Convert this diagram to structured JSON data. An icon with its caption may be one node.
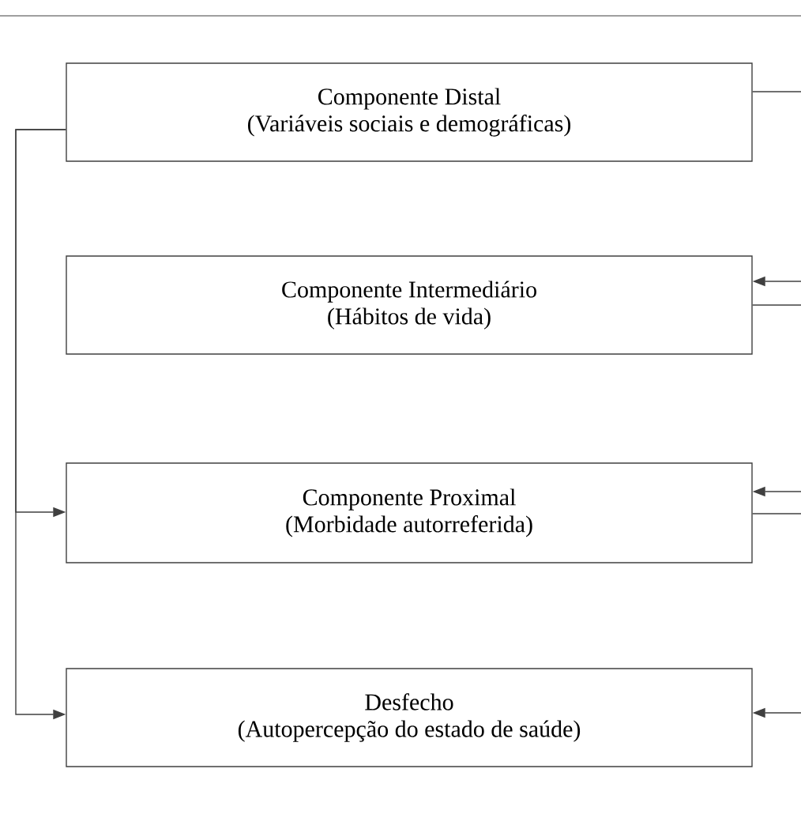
{
  "diagram": {
    "nodes": [
      {
        "text": [
          "Componente Distal",
          "(Variáveis sociais e demográficas)"
        ]
      },
      {
        "text": [
          "Componente Intermediário",
          "(Hábitos de vida)"
        ]
      },
      {
        "text": [
          "Componente Proximal",
          "(Morbidade autorreferida)"
        ]
      },
      {
        "text": [
          "Desfecho",
          "(Autopercepção do estado de saúde)"
        ]
      }
    ],
    "edges": [
      {
        "from": 0,
        "to": 2,
        "arrow": "to"
      },
      {
        "from": 0,
        "to": 3,
        "arrow": "to"
      },
      {
        "from": 0,
        "to": null,
        "arrow": "none"
      },
      {
        "from": null,
        "to": 1,
        "arrow": "to"
      },
      {
        "from": 1,
        "to": null,
        "arrow": "none"
      },
      {
        "from": null,
        "to": 2,
        "arrow": "to"
      },
      {
        "from": 2,
        "to": null,
        "arrow": "none"
      },
      {
        "from": null,
        "to": 3,
        "arrow": "to"
      }
    ]
  }
}
